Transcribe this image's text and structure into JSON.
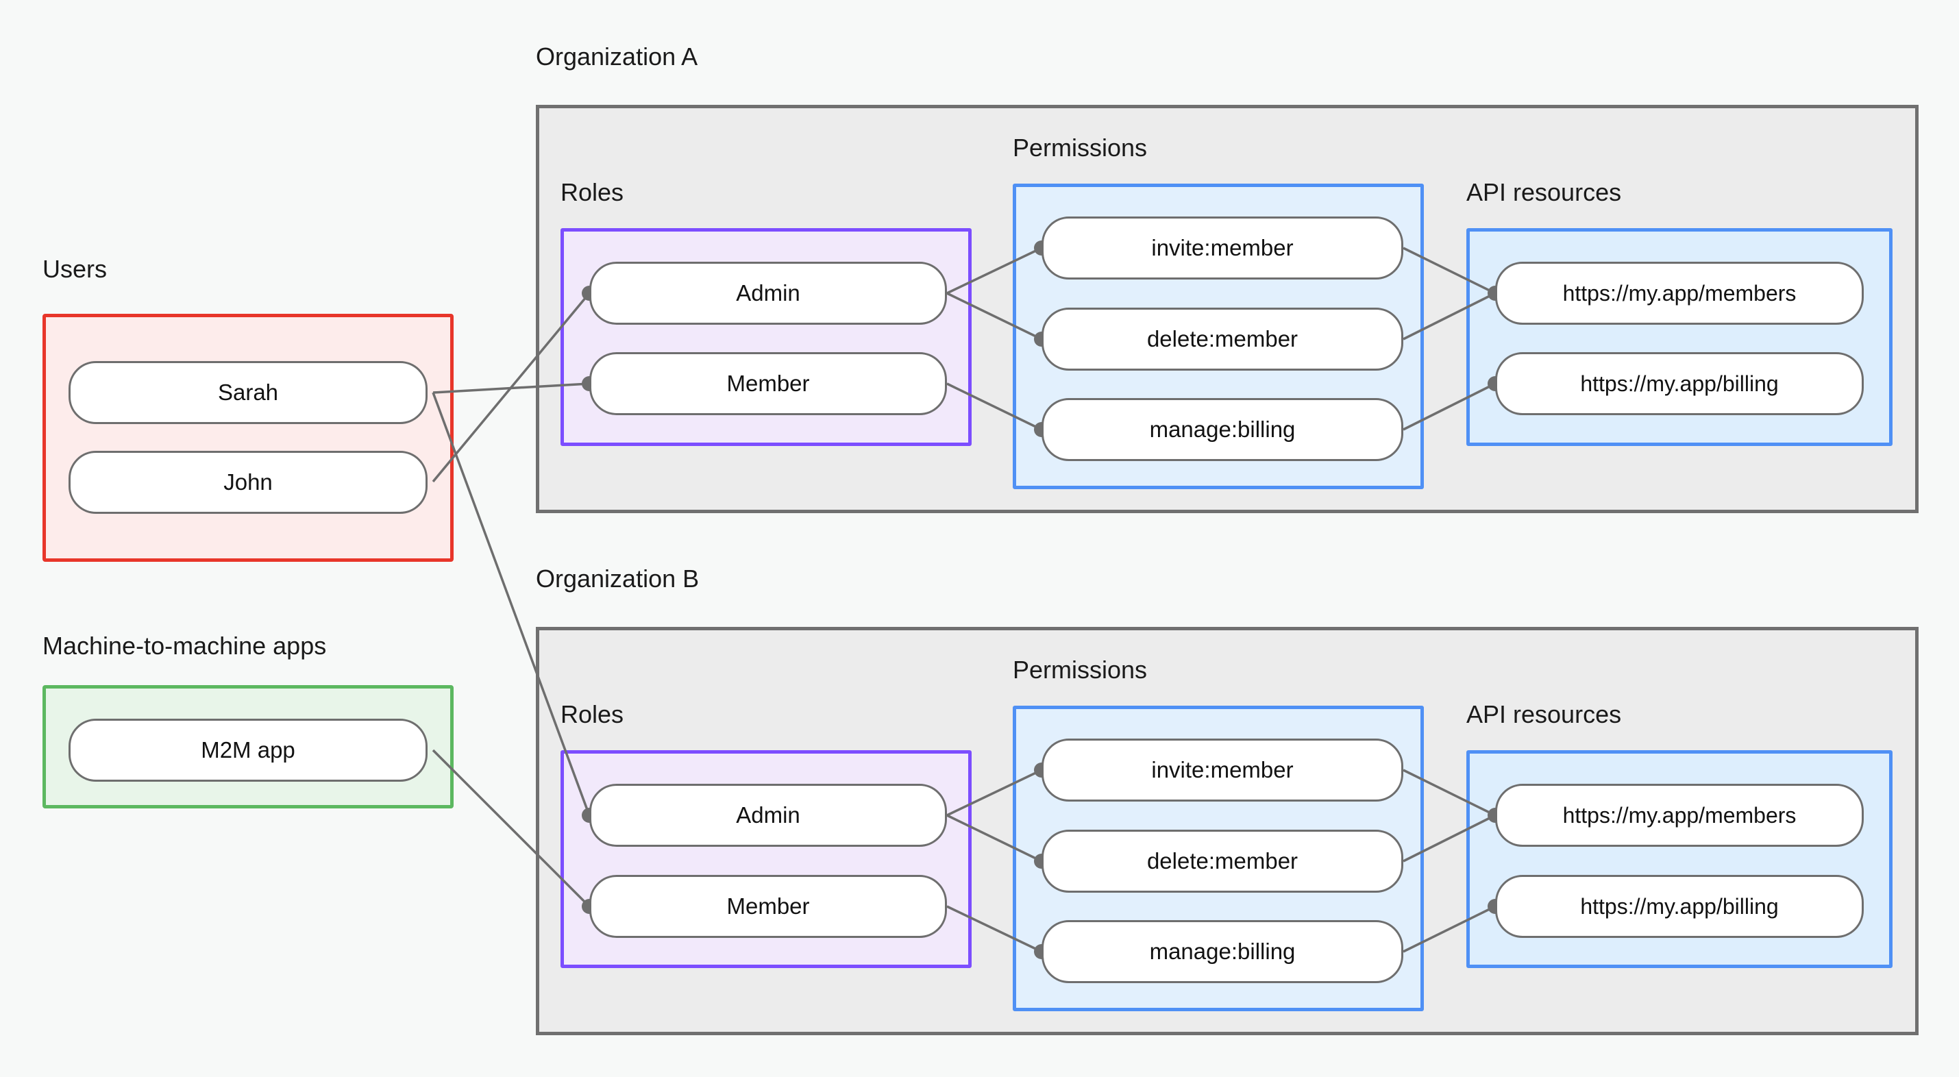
{
  "diagram": {
    "title_users": "Users",
    "title_m2m": "Machine-to-machine apps",
    "title_org_a": "Organization A",
    "title_org_b": "Organization B",
    "label_roles": "Roles",
    "label_permissions": "Permissions",
    "label_api_resources": "API resources"
  },
  "users": {
    "label": "Users",
    "items": [
      {
        "label": "Sarah"
      },
      {
        "label": "John"
      }
    ]
  },
  "m2m": {
    "label": "Machine-to-machine apps",
    "items": [
      {
        "label": "M2M app"
      }
    ]
  },
  "org_a": {
    "title": "Organization A",
    "roles_label": "Roles",
    "permissions_label": "Permissions",
    "api_label": "API resources",
    "roles": [
      {
        "label": "Admin"
      },
      {
        "label": "Member"
      }
    ],
    "permissions": [
      {
        "label": "invite:member"
      },
      {
        "label": "delete:member"
      },
      {
        "label": "manage:billing"
      }
    ],
    "api_resources": [
      {
        "label": "https://my.app/members"
      },
      {
        "label": "https://my.app/billing"
      }
    ]
  },
  "org_b": {
    "title": "Organization B",
    "roles_label": "Roles",
    "permissions_label": "Permissions",
    "api_label": "API resources",
    "roles": [
      {
        "label": "Admin"
      },
      {
        "label": "Member"
      }
    ],
    "permissions": [
      {
        "label": "invite:member"
      },
      {
        "label": "delete:member"
      },
      {
        "label": "manage:billing"
      }
    ],
    "api_resources": [
      {
        "label": "https://my.app/members"
      },
      {
        "label": "https://my.app/billing"
      }
    ]
  },
  "colors": {
    "page_background": "#f7f9f8",
    "users_border": "#e8362a",
    "users_fill": "#fdeceb",
    "m2m_border": "#5cb860",
    "m2m_fill": "#e8f5e9",
    "org_border": "#707070",
    "org_fill": "#ececec",
    "roles_border": "#7c4dff",
    "roles_fill": "#f2e9fb",
    "permissions_border": "#4f90f5",
    "permissions_fill": "#e2f0fd",
    "api_border": "#4f90f5",
    "api_fill": "#ddeefd",
    "node_border": "#6e6e6e",
    "node_fill": "#ffffff",
    "edge": "#6e6e6e",
    "text": "#121212"
  },
  "connections": [
    {
      "from": "Sarah",
      "to": "Organization A / Member"
    },
    {
      "from": "Sarah",
      "to": "Organization B / Admin"
    },
    {
      "from": "John",
      "to": "Organization A / Admin"
    },
    {
      "from": "M2M app",
      "to": "Organization B / Member"
    },
    {
      "from": "Organization A / Admin",
      "to": "invite:member"
    },
    {
      "from": "Organization A / Admin",
      "to": "delete:member"
    },
    {
      "from": "Organization A / Member",
      "to": "manage:billing"
    },
    {
      "from": "Organization A / invite:member",
      "to": "https://my.app/members"
    },
    {
      "from": "Organization A / delete:member",
      "to": "https://my.app/members"
    },
    {
      "from": "Organization A / manage:billing",
      "to": "https://my.app/billing"
    },
    {
      "from": "Organization B / Admin",
      "to": "invite:member"
    },
    {
      "from": "Organization B / Admin",
      "to": "delete:member"
    },
    {
      "from": "Organization B / Member",
      "to": "manage:billing"
    },
    {
      "from": "Organization B / invite:member",
      "to": "https://my.app/members"
    },
    {
      "from": "Organization B / delete:member",
      "to": "https://my.app/members"
    },
    {
      "from": "Organization B / manage:billing",
      "to": "https://my.app/billing"
    }
  ]
}
